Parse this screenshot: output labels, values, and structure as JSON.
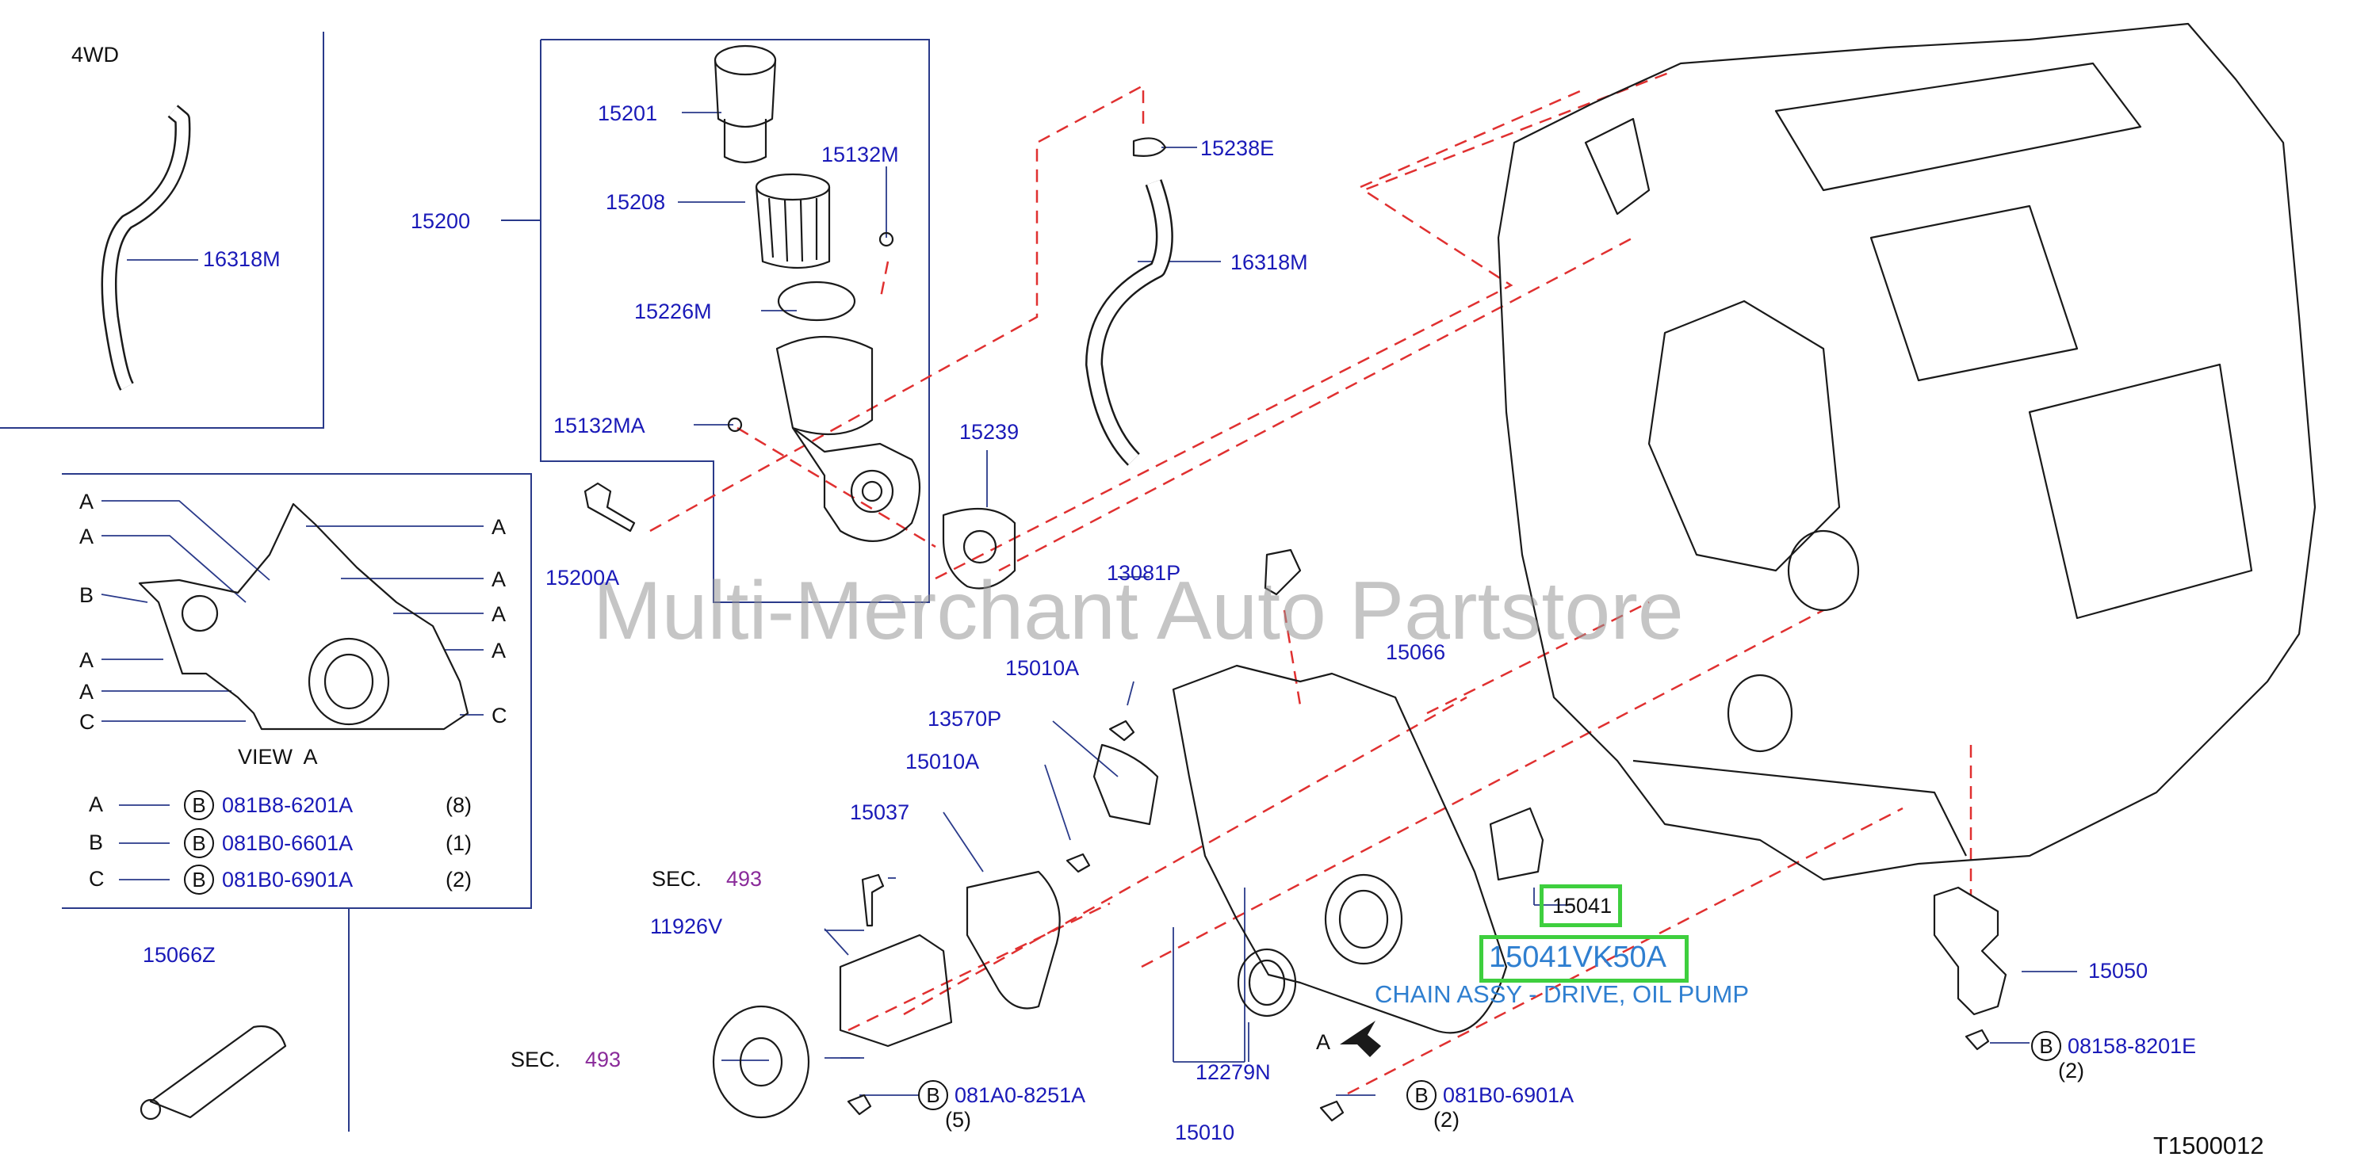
{
  "watermark": "Multi-Merchant Auto Partstore",
  "diagram_code": "T1500012",
  "inset_4wd": {
    "title": "4WD",
    "hose": "16318M"
  },
  "view_a": {
    "caption": "VIEW  A",
    "callouts": {
      "a": "A",
      "b": "B",
      "c": "C"
    },
    "bolt_table": [
      {
        "letter": "A",
        "circ": "B",
        "part": "081B8-6201A",
        "qty": "(8)"
      },
      {
        "letter": "B",
        "circ": "B",
        "part": "081B0-6601A",
        "qty": "(1)"
      },
      {
        "letter": "C",
        "circ": "B",
        "part": "081B0-6901A",
        "qty": "(2)"
      }
    ]
  },
  "parts": {
    "p15200": "15200",
    "p15201": "15201",
    "p15208": "15208",
    "p15132M": "15132M",
    "p15226M": "15226M",
    "p15132MA": "15132MA",
    "p15200A": "15200A",
    "p15238E": "15238E",
    "p16318M": "16318M",
    "p15239": "15239",
    "p13081P": "13081P",
    "p15010A_1": "15010A",
    "p15066": "15066",
    "p13570P": "13570P",
    "p15010A_2": "15010A",
    "p15037": "15037",
    "p11926V": "11926V",
    "p15066Z": "15066Z",
    "p12279N": "12279N",
    "p15010": "15010",
    "p15050": "15050",
    "sec_label": "SEC.",
    "sec_num": "493"
  },
  "highlight": {
    "part": "15041",
    "full_part": "15041VK50A",
    "description": "CHAIN ASSY - DRIVE, OIL PUMP"
  },
  "bolts": {
    "water_pump": {
      "circ": "B",
      "part": "081A0-8251A",
      "qty": "(5)"
    },
    "oil_pump": {
      "circ": "B",
      "part": "081B0-6901A",
      "qty": "(2)"
    },
    "strainer": {
      "circ": "B",
      "part": "08158-8201E",
      "qty": "(2)"
    }
  },
  "view_arrow_label": "A",
  "colors": {
    "part_text": "#1a1ab8",
    "section_ref": "#8a2b9a",
    "highlight_box": "#3ecf3e",
    "description": "#2f7fd0",
    "dash_line": "#e03030",
    "outline": "#1a1a1a",
    "frame": "#2a3a8a"
  }
}
